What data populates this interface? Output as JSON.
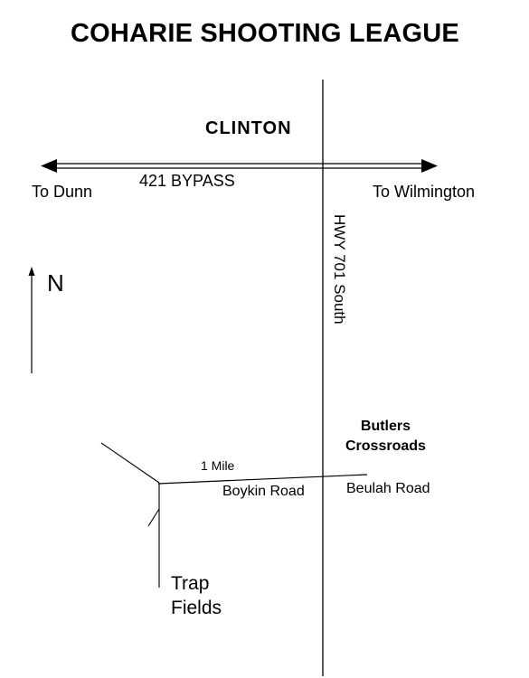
{
  "title": "COHARIE SHOOTING LEAGUE",
  "map": {
    "city": "CLINTON",
    "highway_east_west": "421 BYPASS",
    "direction_west": "To Dunn",
    "direction_east": "To Wilmington",
    "highway_north_south": "HWY 701 South",
    "north_label": "N",
    "crossroads": [
      "Butlers",
      "Crossroads"
    ],
    "distance_label": "1 Mile",
    "road_west": "Boykin Road",
    "road_east": "Beulah Road",
    "destination": [
      "Trap",
      "Fields"
    ]
  },
  "colors": {
    "ink": "#000000",
    "background": "#ffffff"
  }
}
